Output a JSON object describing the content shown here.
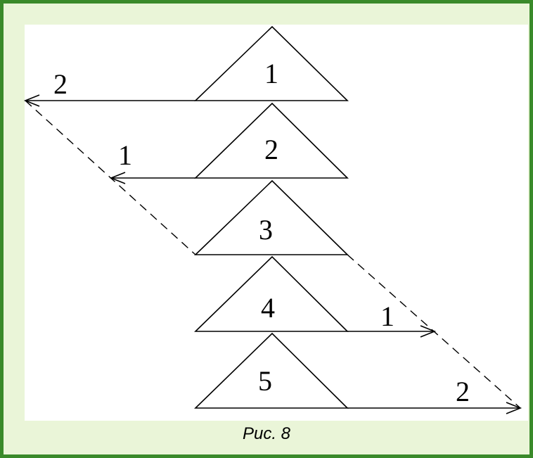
{
  "diagram": {
    "triangles": [
      {
        "label": "1"
      },
      {
        "label": "2"
      },
      {
        "label": "3"
      },
      {
        "label": "4"
      },
      {
        "label": "5"
      }
    ],
    "arrows": {
      "left_outer": {
        "label": "2"
      },
      "left_inner": {
        "label": "1"
      },
      "right_inner": {
        "label": "1"
      },
      "right_outer": {
        "label": "2"
      }
    }
  },
  "caption": "Рис. 8",
  "colors": {
    "frame_border": "#3a8a2a",
    "frame_background": "#eaf5d8",
    "canvas_background": "#ffffff",
    "ink": "#000000"
  }
}
